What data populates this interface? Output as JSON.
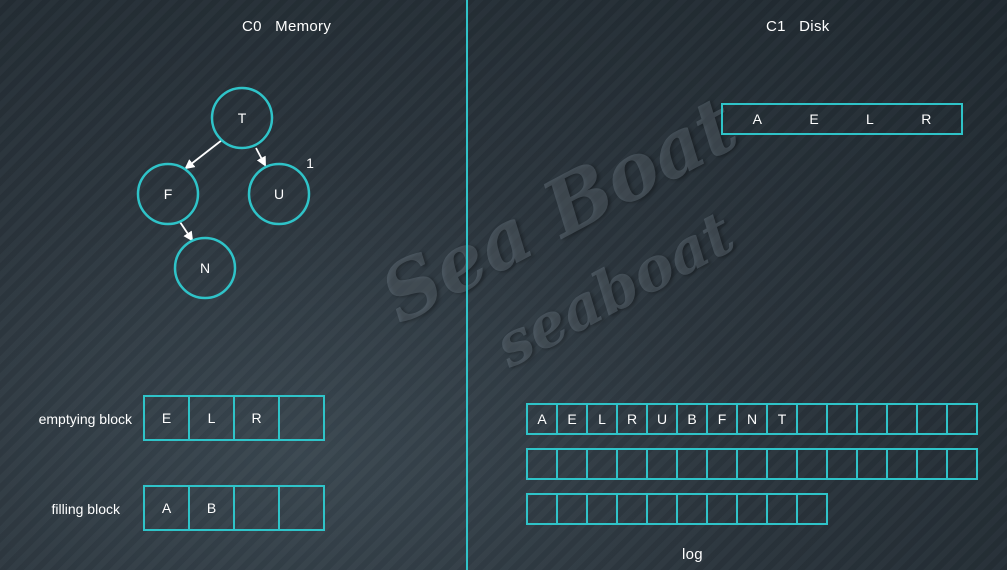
{
  "headings": {
    "memory": "C0   Memory",
    "disk": "C1   Disk",
    "log": "log"
  },
  "tree": {
    "nodes": [
      "T",
      "F",
      "U",
      "N"
    ],
    "badge": "1"
  },
  "disk_block": [
    "A",
    "E",
    "L",
    "R"
  ],
  "memory_blocks": {
    "emptying": {
      "label": "emptying block",
      "cells": [
        "E",
        "L",
        "R",
        ""
      ]
    },
    "filling": {
      "label": "filling block",
      "cells": [
        "A",
        "B",
        "",
        ""
      ]
    }
  },
  "log": {
    "row1": [
      "A",
      "E",
      "L",
      "R",
      "U",
      "B",
      "F",
      "N",
      "T",
      "",
      "",
      "",
      "",
      "",
      ""
    ],
    "row2": [
      "",
      "",
      "",
      "",
      "",
      "",
      "",
      "",
      "",
      "",
      "",
      "",
      "",
      "",
      ""
    ],
    "row3": [
      "",
      "",
      "",
      "",
      "",
      "",
      "",
      "",
      "",
      ""
    ]
  },
  "watermark": {
    "line1": "Sea Boat",
    "line2": "seaboat"
  },
  "colors": {
    "accent": "#2fc3c8",
    "background": "#2a343c"
  }
}
